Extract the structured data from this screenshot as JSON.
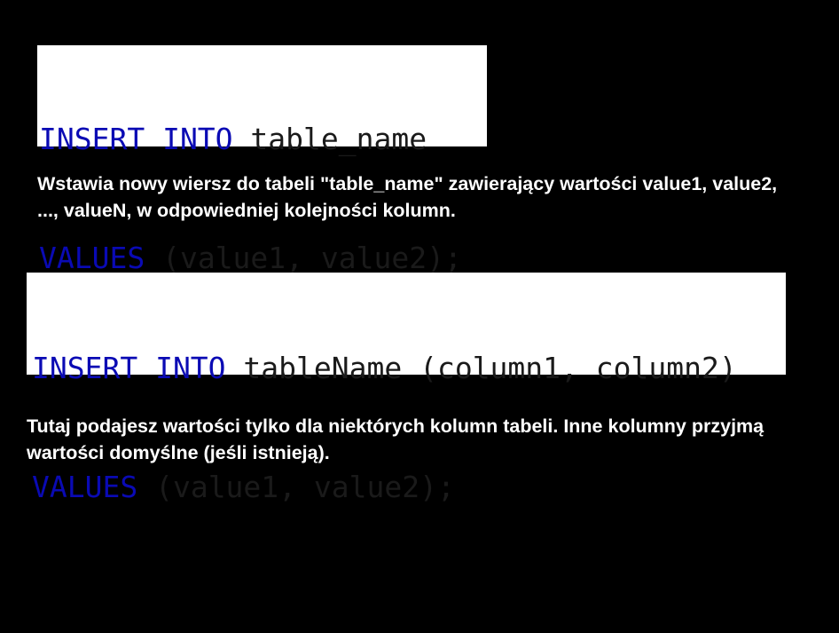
{
  "example1": {
    "code": {
      "line1": {
        "keyword": "INSERT INTO",
        "rest": " table_name"
      },
      "line2": {
        "keyword": "VALUES",
        "rest": " (value1, value2);"
      }
    },
    "description": "Wstawia nowy wiersz do tabeli \"table_name\" zawierający wartości value1, value2, ..., valueN, w odpowiedniej kolejności kolumn."
  },
  "example2": {
    "code": {
      "line1": {
        "keyword": "INSERT INTO",
        "rest": " tableName (column1, column2)"
      },
      "line2": {
        "keyword": "VALUES",
        "rest": " (value1, value2);"
      }
    },
    "description": "Tutaj podajesz wartości tylko dla niektórych kolumn tabeli. Inne kolumny przyjmą wartości domyślne (jeśli istnieją)."
  },
  "colors": {
    "background": "#000000",
    "code_background": "#ffffff",
    "keyword": "#0a0ab4",
    "code_text": "#1a1a1a",
    "description_text": "#ffffff"
  }
}
